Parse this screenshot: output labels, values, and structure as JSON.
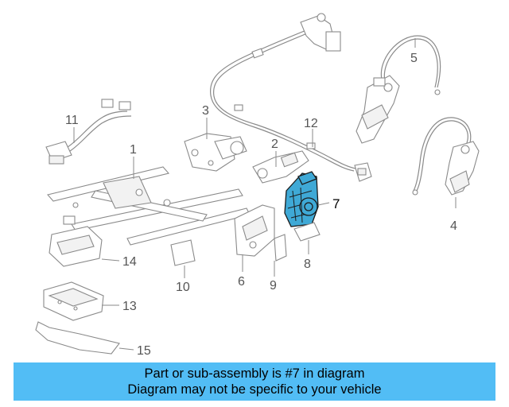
{
  "callouts": {
    "c1": "1",
    "c2": "2",
    "c3": "3",
    "c4": "4",
    "c5": "5",
    "c6": "6",
    "c7": "7",
    "c8": "8",
    "c9": "9",
    "c10": "10",
    "c11": "11",
    "c12": "12",
    "c13": "13",
    "c14": "14",
    "c15": "15"
  },
  "highlighted_part": "7",
  "colors": {
    "highlight": "#3fa9d6",
    "banner": "#52bdf5"
  },
  "banner": {
    "line1": "Part or sub-assembly is #7 in diagram",
    "line2": "Diagram may not be specific to your vehicle"
  }
}
